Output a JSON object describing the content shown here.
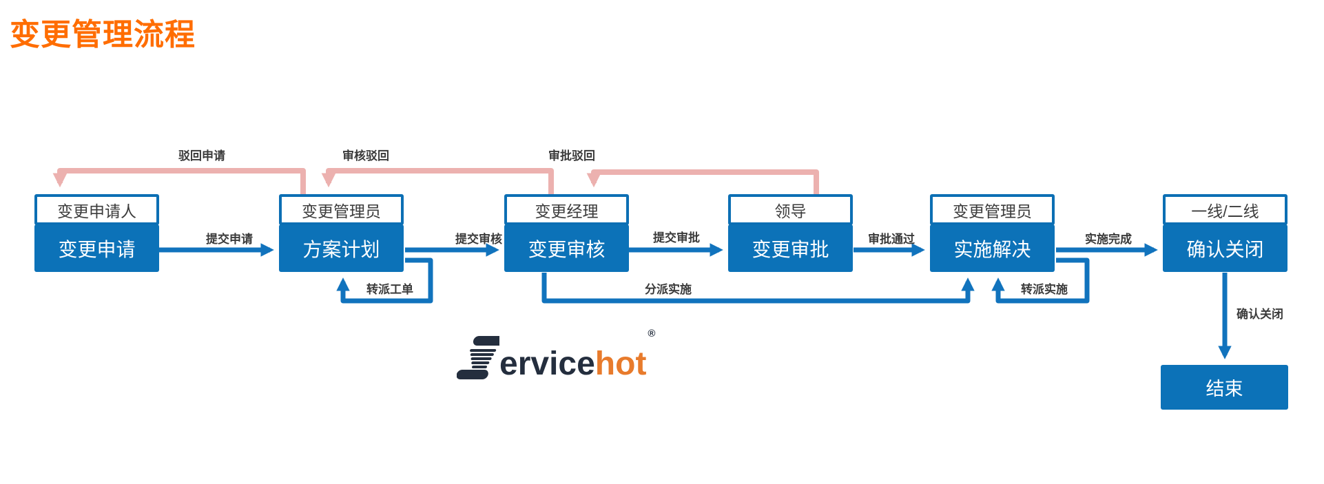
{
  "title": "变更管理流程",
  "colors": {
    "title_orange": "#ff6d00",
    "box_blue": "#0c72b8",
    "box_border_blue": "#0c6fb4",
    "arrow_blue": "#1173bd",
    "return_pink": "#ecb1af",
    "label_text": "#3a3a3a",
    "logo_dark": "#242e3e",
    "logo_orange": "#e87b2c"
  },
  "stages": [
    {
      "role": "变更申请人",
      "step": "变更申请"
    },
    {
      "role": "变更管理员",
      "step": "方案计划"
    },
    {
      "role": "变更经理",
      "step": "变更审核"
    },
    {
      "role": "领导",
      "step": "变更审批"
    },
    {
      "role": "变更管理员",
      "step": "实施解决"
    },
    {
      "role": "一线/二线",
      "step": "确认关闭"
    }
  ],
  "end_node": {
    "label": "结束"
  },
  "forward_labels": [
    "提交申请",
    "提交审核",
    "提交审批",
    "审批通过",
    "实施完成",
    "确认关闭"
  ],
  "return_labels": [
    "驳回申请",
    "审核驳回",
    "审批驳回"
  ],
  "branch_labels": [
    "转派工单",
    "分派实施",
    "转派实施"
  ],
  "logo": {
    "s": "S",
    "text_dark": "ervice",
    "text_accent": "hot",
    "registered": "®"
  }
}
